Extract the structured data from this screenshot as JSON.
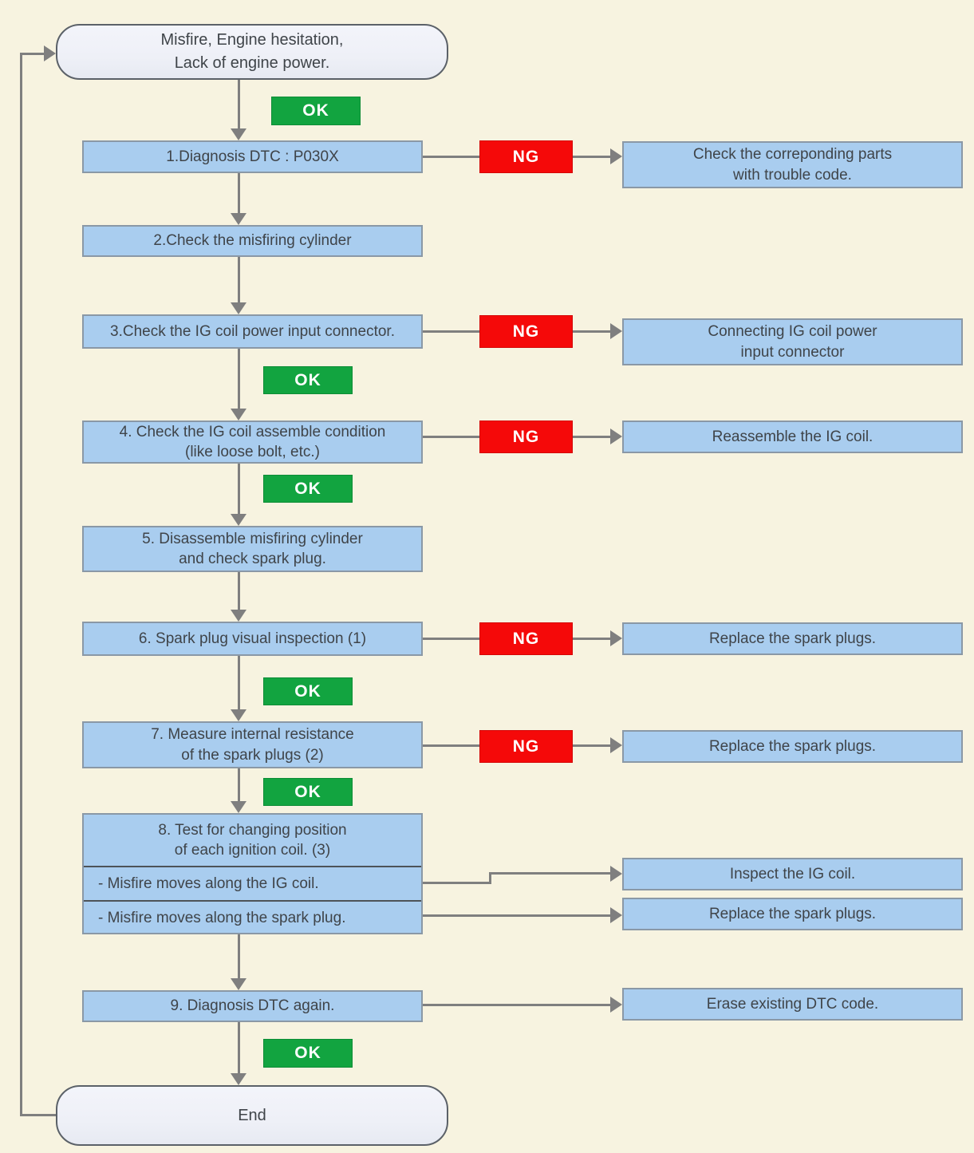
{
  "colors": {
    "background": "#f7f3e0",
    "box_blue": "#a9cdef",
    "box_border": "#8a98a6",
    "terminal_fill": "#eef0f7",
    "terminal_border": "#5b6168",
    "ok_green": "#12a440",
    "ng_red": "#f50909",
    "line_gray": "#7f7f7f",
    "text": "#3f4449",
    "divider": "#4d5358"
  },
  "icons": {
    "arrow_down": "triangle-down",
    "arrow_right": "triangle-right"
  },
  "labels": {
    "ok": "OK",
    "ng": "NG"
  },
  "start": {
    "label": "Misfire, Engine hesitation,\nLack of engine power."
  },
  "end": {
    "label": "End"
  },
  "steps": [
    {
      "label": "1.Diagnosis DTC : P030X"
    },
    {
      "label": "2.Check the misfiring cylinder"
    },
    {
      "label": "3.Check the IG coil power input connector."
    },
    {
      "label": "4. Check the IG coil assemble condition\n(like loose bolt, etc.)"
    },
    {
      "label": "5. Disassemble misfiring cylinder\nand check spark plug."
    },
    {
      "label": "6. Spark plug visual inspection (1)"
    },
    {
      "label": "7. Measure internal resistance\nof the spark plugs (2)"
    },
    {
      "label": "8. Test for changing position\nof each ignition coil. (3)",
      "branches": [
        "- Misfire moves along the IG coil.",
        "- Misfire moves along the spark plug."
      ]
    },
    {
      "label": "9. Diagnosis DTC again."
    }
  ],
  "results": [
    {
      "label": "Check the correponding parts\nwith trouble code."
    },
    {
      "label": "Connecting IG coil power\ninput connector"
    },
    {
      "label": "Reassemble the IG coil."
    },
    {
      "label": "Replace the spark plugs."
    },
    {
      "label": "Replace the spark plugs."
    },
    {
      "label": "Inspect the IG coil."
    },
    {
      "label": "Replace the spark plugs."
    },
    {
      "label": "Erase existing DTC code."
    }
  ]
}
